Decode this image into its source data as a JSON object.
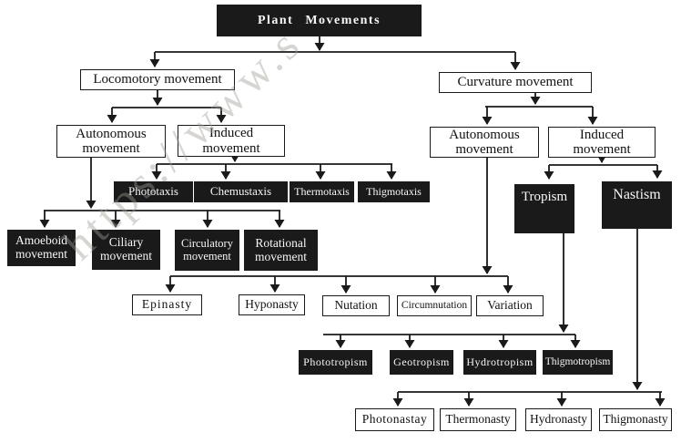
{
  "diagram": {
    "watermark": "https://www.s",
    "nodes": {
      "plant": "Plant Movements",
      "locomotory": "Locomotory movement",
      "curvature": "Curvature movement",
      "autonomous_loco": "Autonomous movement",
      "induced_loco": "Induced movement",
      "autonomous_curv": "Autonomous movement",
      "induced_curv": "Induced movement",
      "phototaxis": "Phototaxis",
      "chemustaxis": "Chemustaxis",
      "thermotaxis": "Thermotaxis",
      "thigmotaxis": "Thigmotaxis",
      "amoeboid": "Amoeboid movement",
      "ciliary": "Ciliary movement",
      "circulatory": "Circulatory movement",
      "rotational": "Rotational movement",
      "tropism": "Tropism",
      "nastism": "Nastism",
      "epinasty": "Epinasty",
      "hyponasty": "Hyponasty",
      "nutation": "Nutation",
      "circumnutation": "Circumnutation",
      "variation": "Variation",
      "phototropism": "Phototropism",
      "geotropism": "Geotropism",
      "hydrotropism": "Hydrotropism",
      "thigmotropism": "Thigmotropism",
      "photonastay": "Photonastay",
      "thermonasty": "Thermonasty",
      "hydronasty": "Hydronasty",
      "thigmonasty": "Thigmonasty"
    },
    "hierarchy": {
      "Plant Movements": [
        "Locomotory movement",
        "Curvature movement"
      ],
      "Locomotory movement": [
        "Autonomous movement",
        "Induced movement"
      ],
      "Locomotory > Autonomous movement": [
        "Amoeboid movement",
        "Ciliary movement",
        "Circulatory movement",
        "Rotational movement"
      ],
      "Locomotory > Induced movement": [
        "Phototaxis",
        "Chemustaxis",
        "Thermotaxis",
        "Thigmotaxis"
      ],
      "Curvature movement": [
        "Autonomous movement",
        "Induced movement"
      ],
      "Curvature > Autonomous movement": [
        "Epinasty",
        "Hyponasty",
        "Nutation",
        "Circumnutation",
        "Variation"
      ],
      "Curvature > Induced movement": [
        "Tropism",
        "Nastism"
      ],
      "Tropism": [
        "Phototropism",
        "Geotropism",
        "Hydrotropism",
        "Thigmotropism"
      ],
      "Nastism": [
        "Photonastay",
        "Thermonasty",
        "Hydronasty",
        "Thigmonasty"
      ]
    },
    "colors": {
      "box_dark": "#1a1a1a",
      "box_light": "#ffffff",
      "line": "#1a1a1a",
      "text_on_dark": "#f7f7f7",
      "watermark": "#a09a94"
    }
  }
}
